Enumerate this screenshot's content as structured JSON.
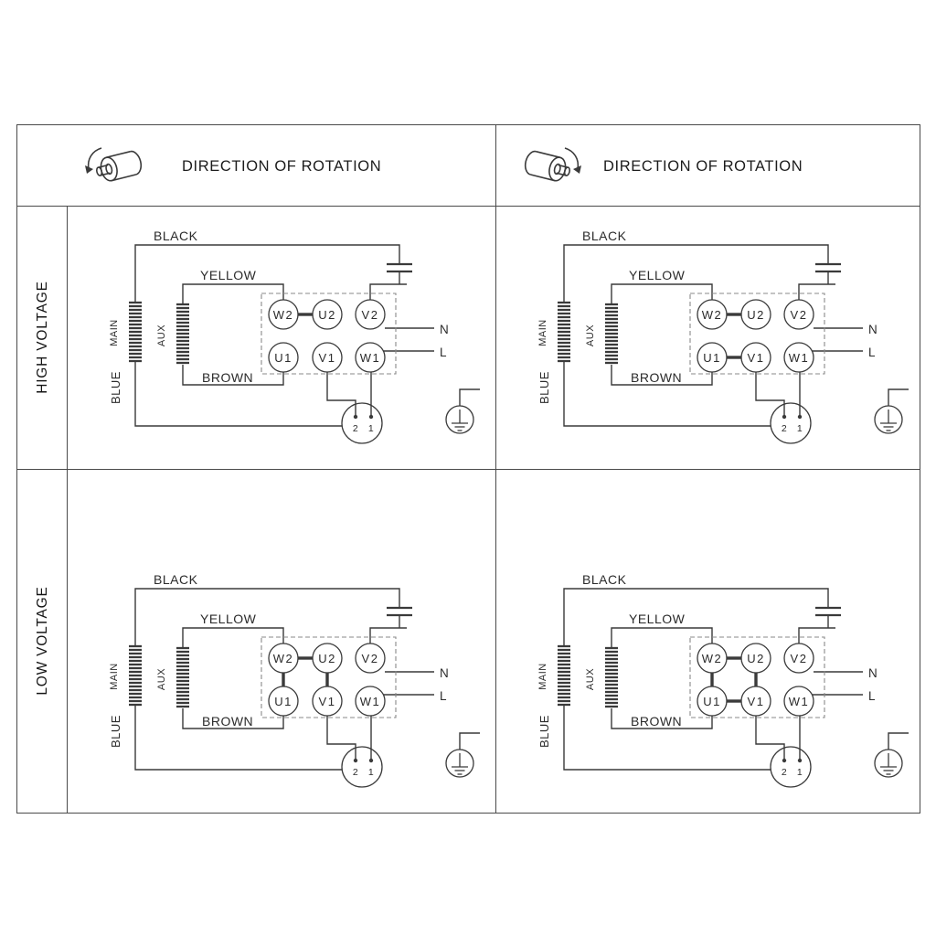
{
  "header": {
    "title": "DIRECTION OF ROTATION"
  },
  "row_labels": {
    "high": "HIGH VOLTAGE",
    "low": "LOW VOLTAGE"
  },
  "wiring": {
    "wire_labels": {
      "black": "BLACK",
      "yellow": "YELLOW",
      "brown": "BROWN",
      "blue": "BLUE"
    },
    "winding_labels": {
      "main": "MAIN",
      "aux": "AUX"
    },
    "supply_labels": {
      "neutral": "N",
      "line": "L"
    },
    "terminals_top": [
      "W2",
      "U2",
      "V2"
    ],
    "terminals_bottom": [
      "U1",
      "V1",
      "W1"
    ],
    "motor_terminals": [
      "2",
      "1"
    ]
  },
  "colors": {
    "line": "#3a3a3a",
    "text": "#2b2b2b",
    "frame": "#4a4a4a",
    "dashed": "#8a8a8a"
  }
}
